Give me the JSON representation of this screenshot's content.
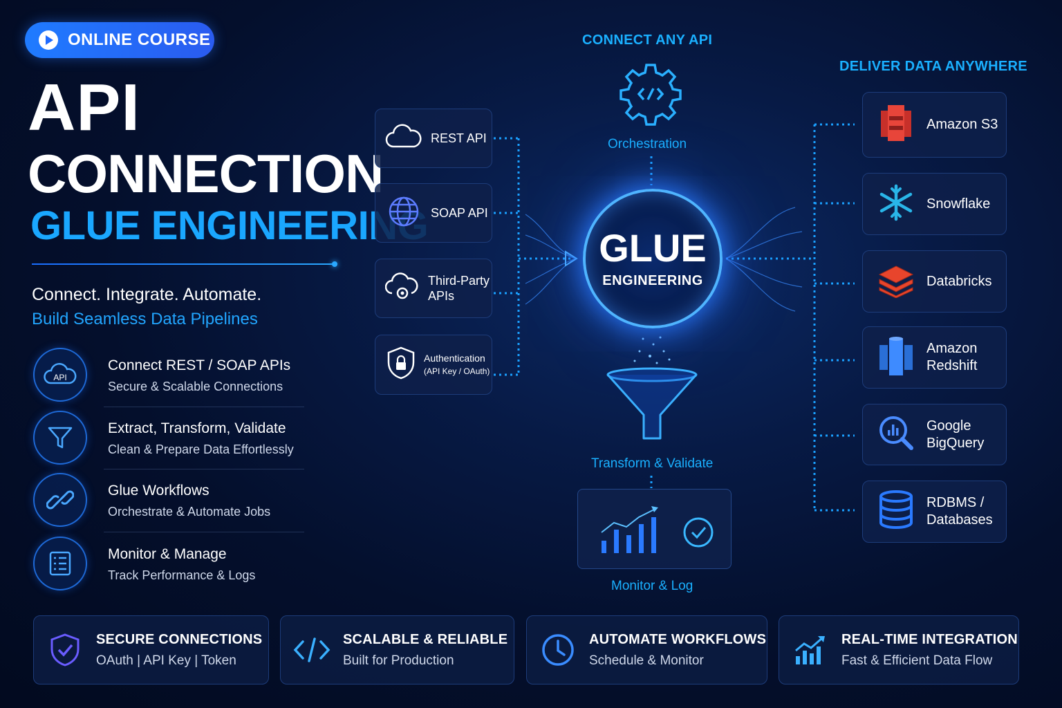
{
  "badge": {
    "label": "ONLINE COURSE"
  },
  "title": {
    "line1": "API",
    "line2": "CONNECTION",
    "line3": "GLUE ENGINEERING"
  },
  "tagline": "Connect. Integrate. Automate.",
  "subtagline": "Build Seamless Data Pipelines",
  "features": [
    {
      "title": "Connect REST / SOAP APIs",
      "subtitle": "Secure & Scalable Connections",
      "icon": "cloud-api-icon",
      "icon_text": "API"
    },
    {
      "title": "Extract, Transform, Validate",
      "subtitle": "Clean & Prepare Data Effortlessly",
      "icon": "filter-icon"
    },
    {
      "title": "Glue Workflows",
      "subtitle": "Orchestrate & Automate Jobs",
      "icon": "link-icon"
    },
    {
      "title": "Monitor & Manage",
      "subtitle": "Track Performance & Logs",
      "icon": "checklist-icon"
    }
  ],
  "diagram": {
    "connect_heading": "CONNECT ANY API",
    "deliver_heading": "DELIVER DATA ANYWHERE",
    "orchestration_label": "Orchestration",
    "glue_title": "GLUE",
    "glue_subtitle": "ENGINEERING",
    "transform_label": "Transform & Validate",
    "monitor_label": "Monitor & Log",
    "sources": [
      {
        "label": "REST API",
        "icon": "cloud-icon"
      },
      {
        "label": "SOAP API",
        "icon": "globe-icon"
      },
      {
        "label_line1": "Third-Party",
        "label_line2": "APIs",
        "icon": "cloud-gear-icon"
      },
      {
        "label_line1": "Authentication",
        "label_line2": "(API Key / OAuth)",
        "icon": "lock-shield-icon"
      }
    ],
    "destinations": [
      {
        "label_line1": "Amazon S3",
        "label_line2": "",
        "icon": "amazon-s3-icon",
        "color": "#e0392b"
      },
      {
        "label_line1": "Snowflake",
        "label_line2": "",
        "icon": "snowflake-icon",
        "color": "#29b5e8"
      },
      {
        "label_line1": "Databricks",
        "label_line2": "",
        "icon": "databricks-icon",
        "color": "#e8452c"
      },
      {
        "label_line1": "Amazon",
        "label_line2": "Redshift",
        "icon": "redshift-icon",
        "color": "#2a6fd6"
      },
      {
        "label_line1": "Google",
        "label_line2": "BigQuery",
        "icon": "bigquery-icon",
        "color": "#4a8cff"
      },
      {
        "label_line1": "RDBMS /",
        "label_line2": "Databases",
        "icon": "database-icon",
        "color": "#2a7aff"
      }
    ]
  },
  "cards": [
    {
      "title": "SECURE CONNECTIONS",
      "subtitle": "OAuth | API Key | Token",
      "icon": "shield-check-icon"
    },
    {
      "title": "SCALABLE & RELIABLE",
      "subtitle": "Built for Production",
      "icon": "code-icon"
    },
    {
      "title": "AUTOMATE WORKFLOWS",
      "subtitle": "Schedule & Monitor",
      "icon": "clock-icon"
    },
    {
      "title": "REAL-TIME INTEGRATION",
      "subtitle": "Fast & Efficient Data Flow",
      "icon": "trend-chart-icon"
    }
  ],
  "colors": {
    "accent": "#1aa7ff",
    "primary": "#1f7bff",
    "background": "#040f2c"
  }
}
